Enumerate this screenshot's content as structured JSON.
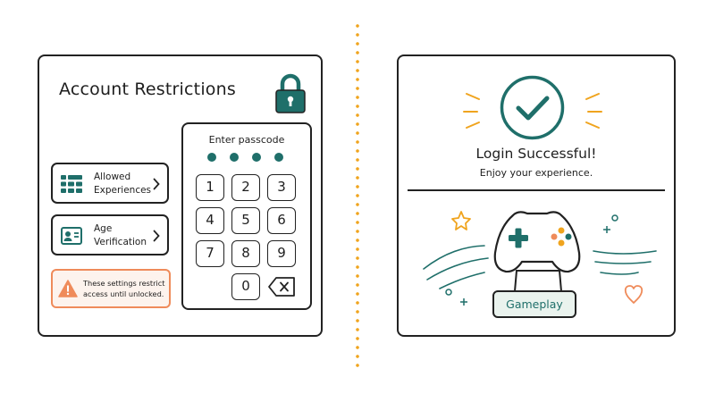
{
  "account_restrictions": {
    "title": "Account Restrictions",
    "menu": [
      {
        "label": "Allowed Experiences",
        "icon": "grid-icon"
      },
      {
        "label": "Age Verification",
        "icon": "id-card-icon"
      }
    ],
    "warning": "These settings restrict access until unlocked.",
    "keypad": {
      "title": "Enter passcode",
      "entered_digits": 4,
      "keys": [
        "1",
        "2",
        "3",
        "4",
        "5",
        "6",
        "7",
        "8",
        "9",
        "0"
      ],
      "backspace_icon": "backspace-icon"
    }
  },
  "login": {
    "title": "Login Successful!",
    "subtitle": "Enjoy your experience.",
    "button": "Gameplay"
  },
  "colors": {
    "teal": "#1f6f6a",
    "orange": "#f0a41e",
    "coral": "#ef8b5a",
    "ink": "#222222"
  }
}
